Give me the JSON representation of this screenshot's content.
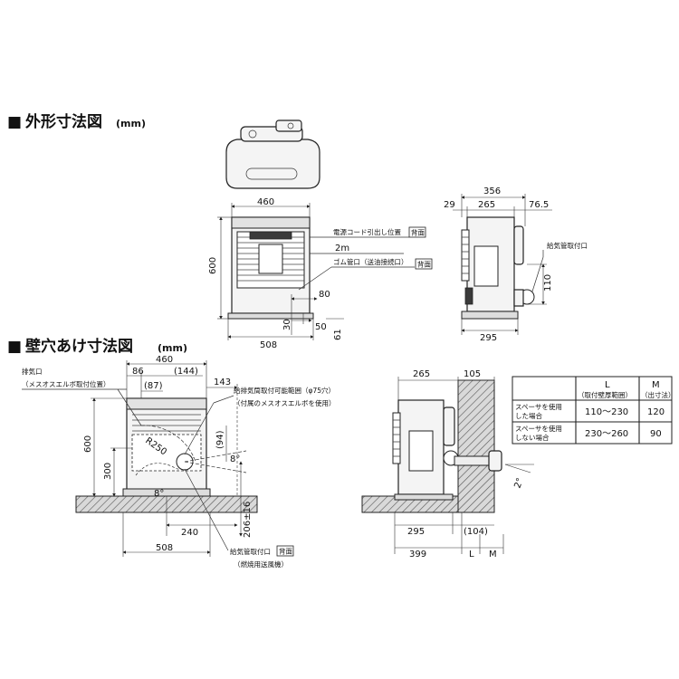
{
  "section1": {
    "marker": "■",
    "title": "外形寸法図",
    "unit": "(mm)"
  },
  "section2": {
    "marker": "■",
    "title": "壁穴あけ寸法図",
    "unit": "(mm)"
  },
  "front": {
    "width": "460",
    "height": "600",
    "base_width": "508",
    "dim_80": "80",
    "dim_30": "30",
    "dim_50": "50",
    "dim_61": "61",
    "label_cord": "電源コード引出し位置",
    "tag_cord": "背面",
    "label_2m": "2m",
    "label_hose": "ゴム管口（送油接続口）",
    "tag_hose": "背面"
  },
  "side": {
    "total": "356",
    "d29": "29",
    "d265": "265",
    "d765": "76.5",
    "d110": "110",
    "d295": "295",
    "label_intake": "給気管取付口"
  },
  "wallfront": {
    "exhaust": "排気口",
    "exhaust_sub": "（メスオスエルボ取付位置）",
    "d460": "460",
    "d86": "86",
    "d144": "(144)",
    "d87": "(87)",
    "d143": "143",
    "range": "給排気筒取付可能範囲（φ75穴）",
    "range_sub": "（付属のメスオスエルボを使用）",
    "r250": "R250",
    "d94": "(94)",
    "ang8a": "8°",
    "ang8b": "8°",
    "d600": "600",
    "d300": "300",
    "d240": "240",
    "d206": "206±16",
    "d508": "508",
    "intake": "給気管取付口",
    "intake_tag": "背面",
    "intake_sub": "（燃焼用送風機）"
  },
  "wallside": {
    "d265": "265",
    "d105": "105",
    "d295": "295",
    "d104": "(104)",
    "d399": "399",
    "L": "L",
    "M": "M",
    "ang2": "2°"
  },
  "table": {
    "header_L": "L",
    "header_L_sub": "（取付壁厚範囲）",
    "header_M": "M",
    "header_M_sub": "（出寸法）",
    "rows": [
      {
        "label1": "スペーサを使用",
        "label2": "した場合",
        "L": "110～230",
        "M": "120"
      },
      {
        "label1": "スペーサを使用",
        "label2": "しない場合",
        "L": "230～260",
        "M": "90"
      }
    ]
  }
}
